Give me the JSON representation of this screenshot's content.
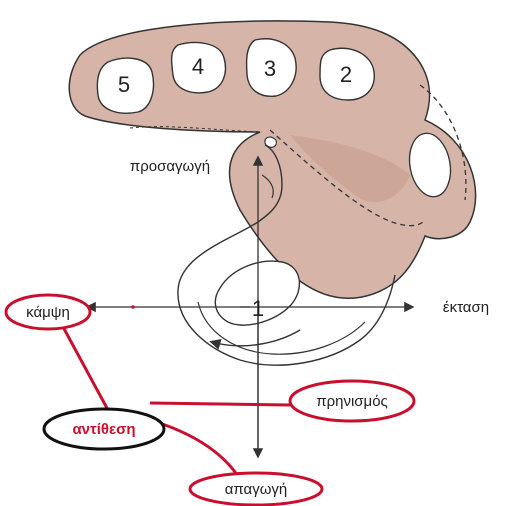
{
  "bone_numbers": [
    "5",
    "4",
    "3",
    "2",
    "1"
  ],
  "labels": {
    "adduction": "προσαγωγή",
    "flexion": "κάμψη",
    "extension": "έκταση",
    "pronation": "πρηνισμός",
    "opposition": "αντίθεση",
    "abduction": "απαγωγή"
  },
  "colors": {
    "bone_fill": "#d6b5a8",
    "bone_shadow": "#c49a88",
    "outline": "#333333",
    "annotation_red": "#c8102e",
    "opposition_oval": "#111111"
  }
}
